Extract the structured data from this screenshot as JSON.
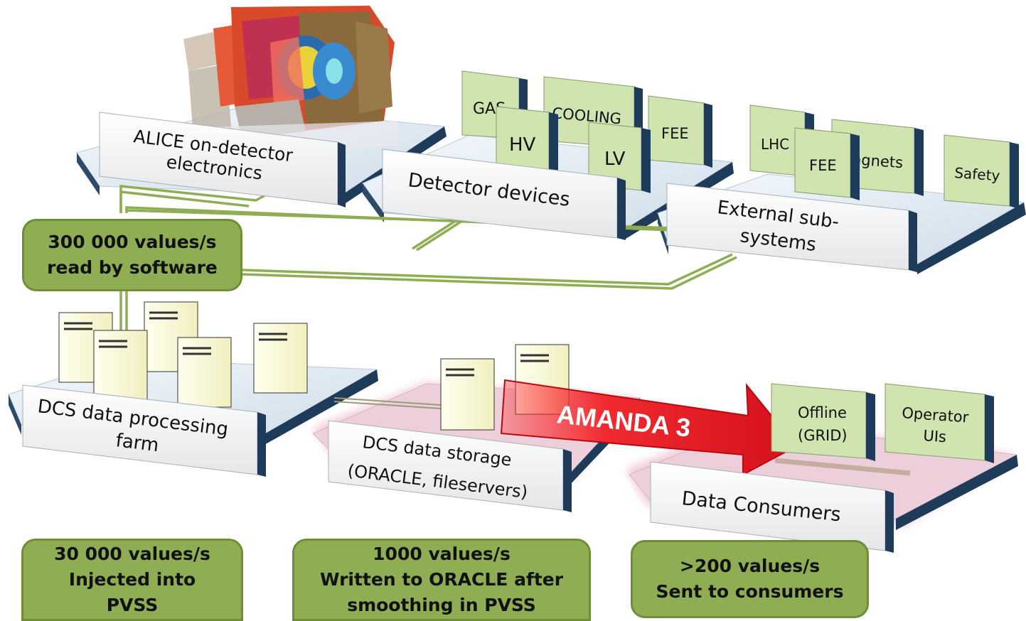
{
  "platforms": {
    "alice": {
      "line1": "ALICE on-detector",
      "line2": "electronics"
    },
    "detector": {
      "label": "Detector devices"
    },
    "external": {
      "line1": "External sub-",
      "line2": "systems"
    },
    "farm": {
      "line1": "DCS data processing",
      "line2": "farm"
    },
    "storage": {
      "line1": "DCS data storage",
      "line2": "(ORACLE, fileservers)"
    },
    "consumers": {
      "label": "Data Consumers"
    }
  },
  "devices": {
    "gas": "GAS",
    "cooling": "COOLING",
    "fee_detector": "FEE",
    "hv": "HV",
    "lv": "LV",
    "lhc": "LHC",
    "fee_external": "FEE",
    "magnets": "Magnets",
    "safety": "Safety",
    "offline_line1": "Offline",
    "offline_line2": "(GRID)",
    "operator_line1": "Operator",
    "operator_line2": "UIs"
  },
  "arrow": {
    "label": "AMANDA 3"
  },
  "callouts": {
    "read": {
      "line1": "300 000 values/s",
      "line2": "read by software"
    },
    "injected": {
      "line1": "30 000 values/s",
      "line2": "Injected into",
      "line3": "PVSS"
    },
    "written": {
      "line1": "1000 values/s",
      "line2": "Written to ORACLE after",
      "line3": "smoothing in PVSS"
    },
    "sent": {
      "line1": ">200 values/s",
      "line2": "Sent to consumers"
    }
  },
  "colors": {
    "platform_top": "#dfe9f3",
    "platform_edge": "#1f3b5a",
    "device_green": "#d0e4b0",
    "callout_green": "#8fae53",
    "server_cream": "#fafad0",
    "arrow_red": "#e8202a",
    "cable_green": "#8fae53",
    "pink_glow": "#e8a0b8"
  }
}
